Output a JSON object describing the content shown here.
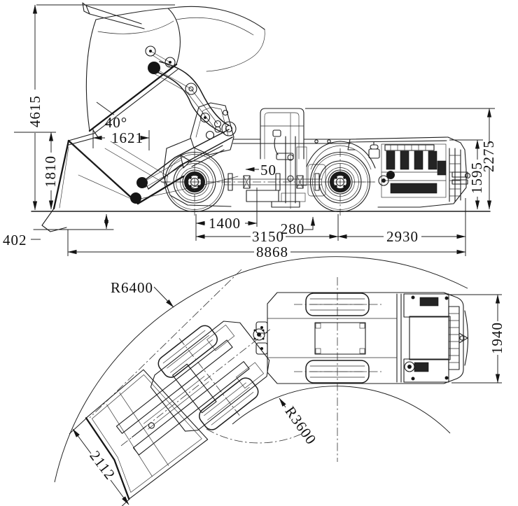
{
  "drawing": {
    "type": "engineering-two-view-drawing",
    "subject": "articulated underground loader (LHD) general arrangement",
    "side_view": {
      "labels": {
        "lift_height": "4615",
        "dump_angle": "40°",
        "dump_reach": "1621",
        "dump_height": "1810",
        "below_grade_depth": "402",
        "front_axle_to_hinge": "1400",
        "hinge_offset": "280",
        "small_offset": "50",
        "wheelbase": "3150",
        "rear_axle_to_tail": "2930",
        "overall_length": "8868",
        "overall_height": "2275",
        "hood_height": "1595"
      }
    },
    "top_view": {
      "labels": {
        "outer_turning_radius": "R6400",
        "inner_turning_radius": "R3600",
        "overall_width": "1940",
        "bucket_width": "2112"
      }
    }
  }
}
